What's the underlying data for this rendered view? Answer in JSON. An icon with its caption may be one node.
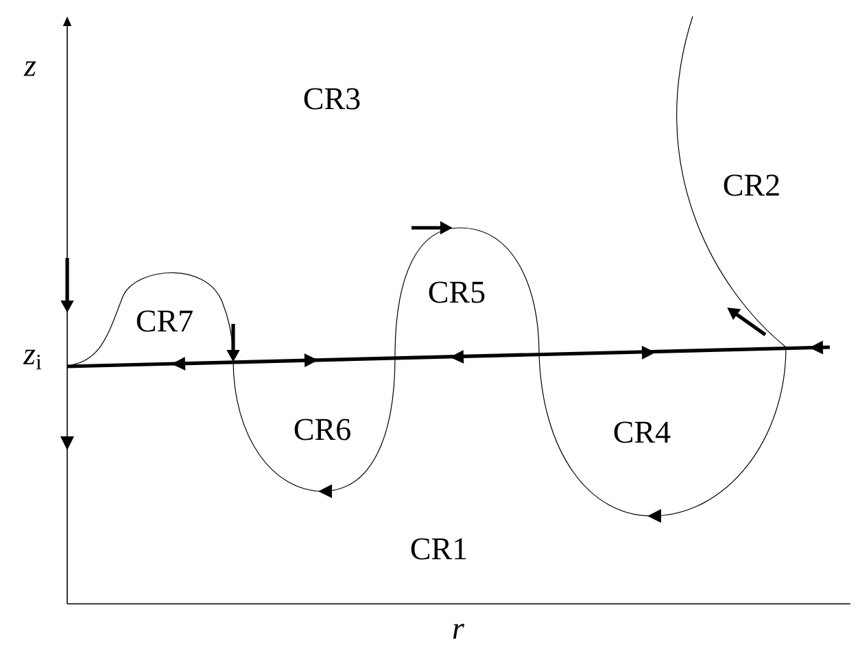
{
  "diagram": {
    "labels": [
      "*z*",
      "CR3",
      "CR2",
      "CR5",
      "CR7",
      "*z*$_{i}$",
      "CR6",
      "CR4",
      "CR1",
      "*r*"
    ]
  }
}
